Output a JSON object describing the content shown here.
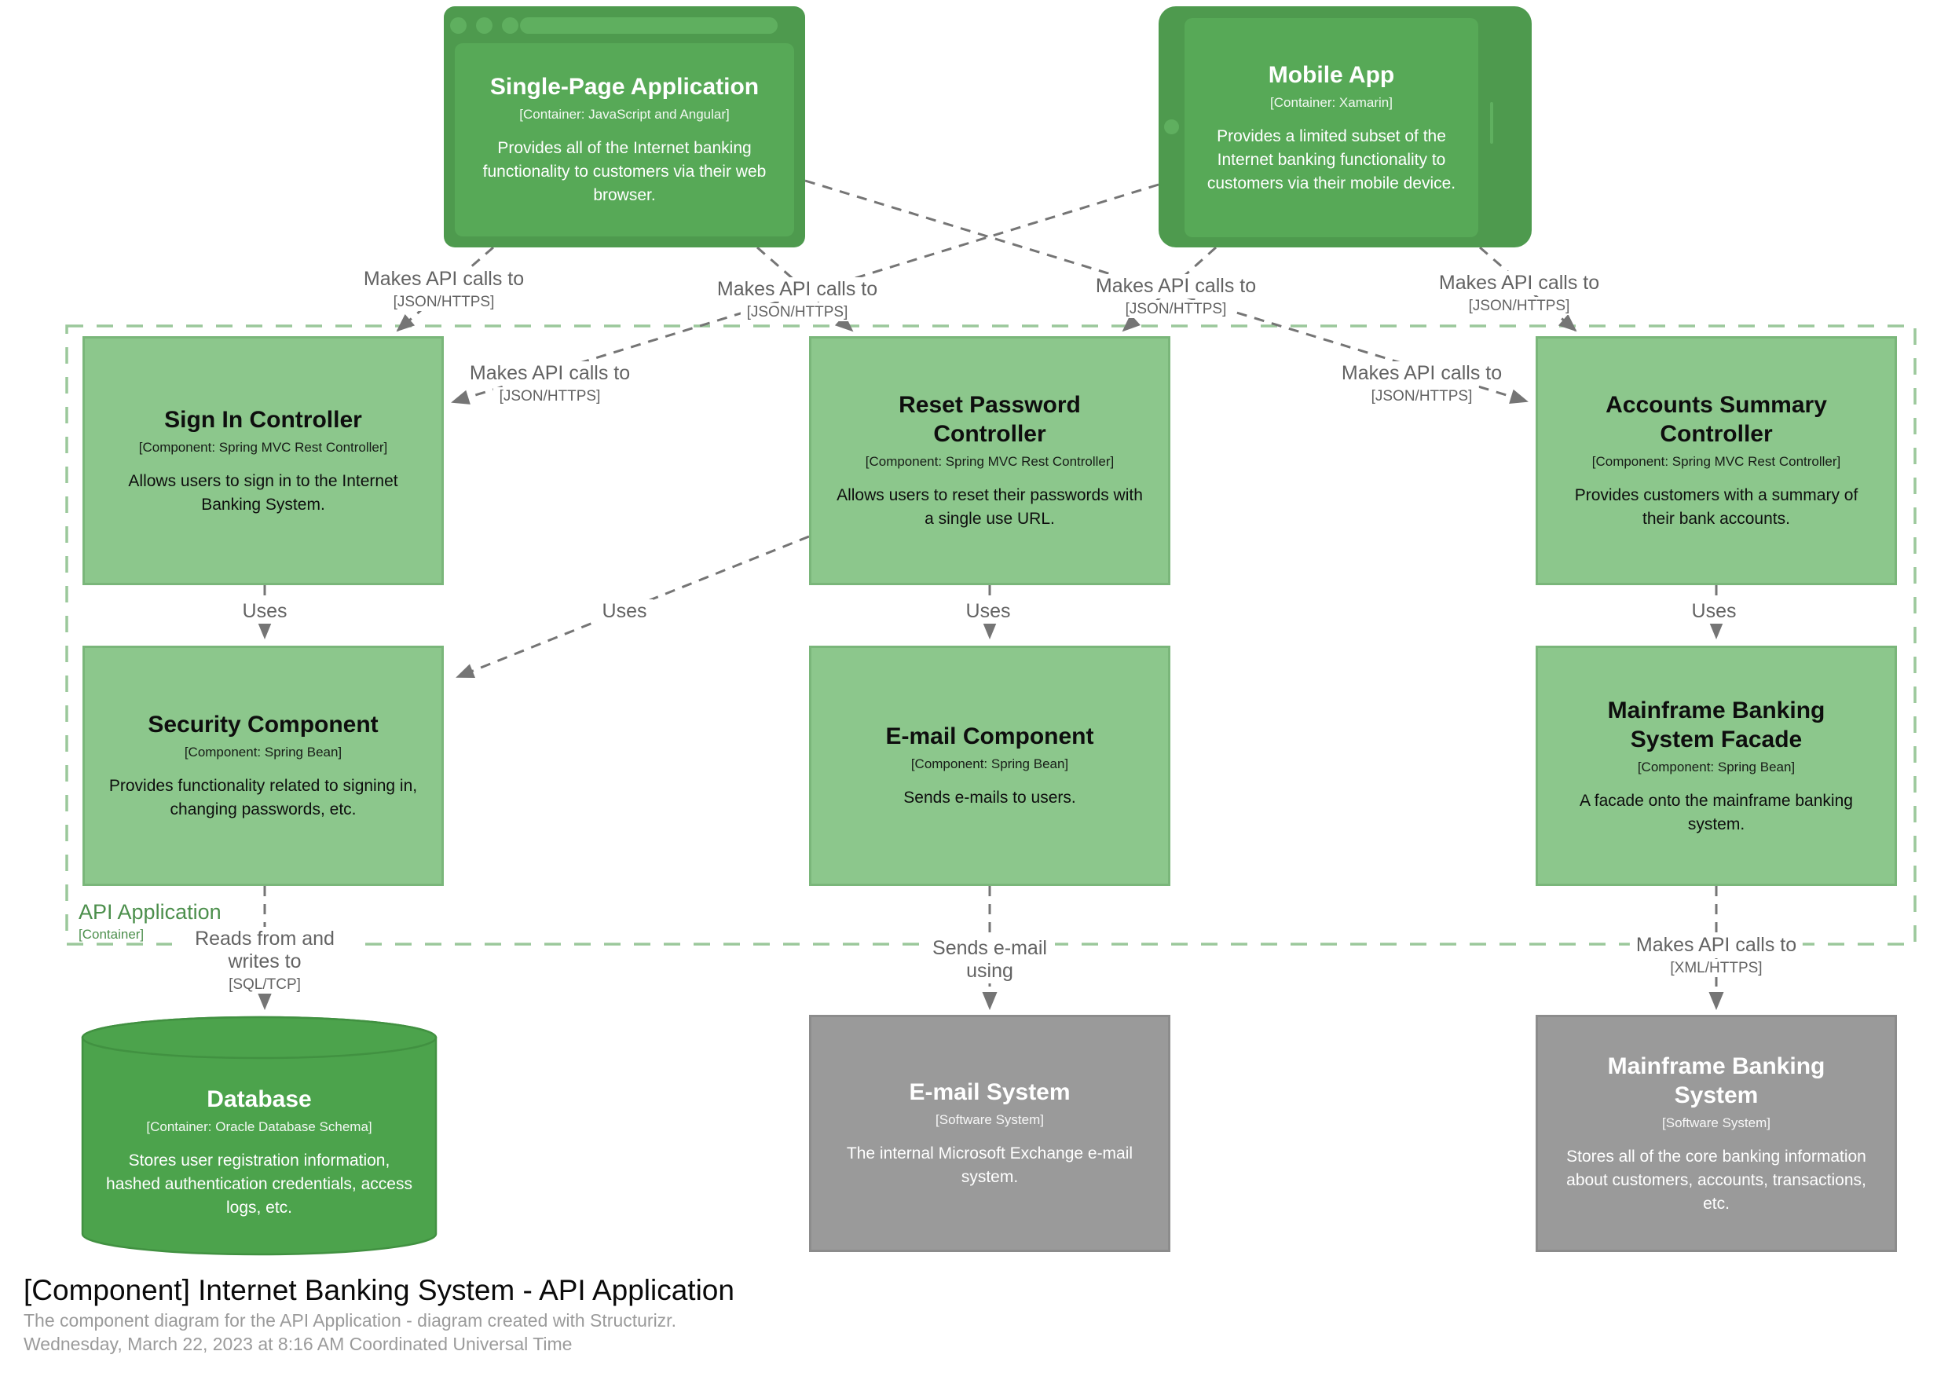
{
  "diagram": {
    "title": "[Component] Internet Banking System - API Application",
    "subtitle": "The component diagram for the API Application - diagram created with Structurizr.",
    "timestamp": "Wednesday, March 22, 2023 at 8:16 AM Coordinated Universal Time"
  },
  "boundary": {
    "name": "API Application",
    "meta": "[Container]"
  },
  "nodes": {
    "spa": {
      "title": "Single-Page Application",
      "meta": "[Container: JavaScript and Angular]",
      "desc": "Provides all of the Internet banking functionality to customers via their web browser."
    },
    "mobile": {
      "title": "Mobile App",
      "meta": "[Container: Xamarin]",
      "desc": "Provides a limited subset of the Internet banking functionality to customers via their mobile device."
    },
    "signin": {
      "title": "Sign In Controller",
      "meta": "[Component: Spring MVC Rest Controller]",
      "desc": "Allows users to sign in to the Internet Banking System."
    },
    "reset": {
      "title": "Reset Password Controller",
      "meta": "[Component: Spring MVC Rest Controller]",
      "desc": "Allows users to reset their passwords with a single use URL."
    },
    "accounts": {
      "title": "Accounts Summary Controller",
      "meta": "[Component: Spring MVC Rest Controller]",
      "desc": "Provides customers with a summary of their bank accounts."
    },
    "security": {
      "title": "Security Component",
      "meta": "[Component: Spring Bean]",
      "desc": "Provides functionality related to signing in, changing passwords, etc."
    },
    "email_component": {
      "title": "E-mail Component",
      "meta": "[Component: Spring Bean]",
      "desc": "Sends e-mails to users."
    },
    "facade": {
      "title": "Mainframe Banking System Facade",
      "meta": "[Component: Spring Bean]",
      "desc": "A facade onto the mainframe banking system."
    },
    "database": {
      "title": "Database",
      "meta": "[Container: Oracle Database Schema]",
      "desc": "Stores user registration information, hashed authentication credentials, access logs, etc."
    },
    "email_system": {
      "title": "E-mail System",
      "meta": "[Software System]",
      "desc": "The internal Microsoft Exchange e-mail system."
    },
    "mainframe": {
      "title": "Mainframe Banking System",
      "meta": "[Software System]",
      "desc": "Stores all of the core banking information about customers, accounts, transactions, etc."
    }
  },
  "relationships": [
    {
      "id": "spa-signin",
      "label": "Makes API calls to",
      "tech": "[JSON/HTTPS]"
    },
    {
      "id": "spa-reset",
      "label": "Makes API calls to",
      "tech": "[JSON/HTTPS]"
    },
    {
      "id": "mobile-reset",
      "label": "Makes API calls to",
      "tech": "[JSON/HTTPS]"
    },
    {
      "id": "mobile-accounts",
      "label": "Makes API calls to",
      "tech": "[JSON/HTTPS]"
    },
    {
      "id": "mobile-signin",
      "label": "Makes API calls to",
      "tech": "[JSON/HTTPS]"
    },
    {
      "id": "spa-accounts",
      "label": "Makes API calls to",
      "tech": "[JSON/HTTPS]"
    },
    {
      "id": "signin-security",
      "label": "Uses"
    },
    {
      "id": "reset-security",
      "label": "Uses"
    },
    {
      "id": "reset-email",
      "label": "Uses"
    },
    {
      "id": "accounts-facade",
      "label": "Uses"
    },
    {
      "id": "security-database",
      "label": "Reads from and writes to",
      "tech": "[SQL/TCP]"
    },
    {
      "id": "emailcomp-emailsystem",
      "label": "Sends e-mail using"
    },
    {
      "id": "facade-mainframe",
      "label": "Makes API calls to",
      "tech": "[XML/HTTPS]"
    }
  ],
  "colors": {
    "container_frame": "#4E9A4E",
    "container_screen": "#57A957",
    "component_fill": "#8CC78C",
    "component_border": "#7AB67A",
    "database_fill": "#4CA34C",
    "external_fill": "#9A9A9A",
    "relationship_line": "#757575",
    "boundary_dash": "#9BC89B",
    "boundary_text": "#4C8F4C"
  }
}
